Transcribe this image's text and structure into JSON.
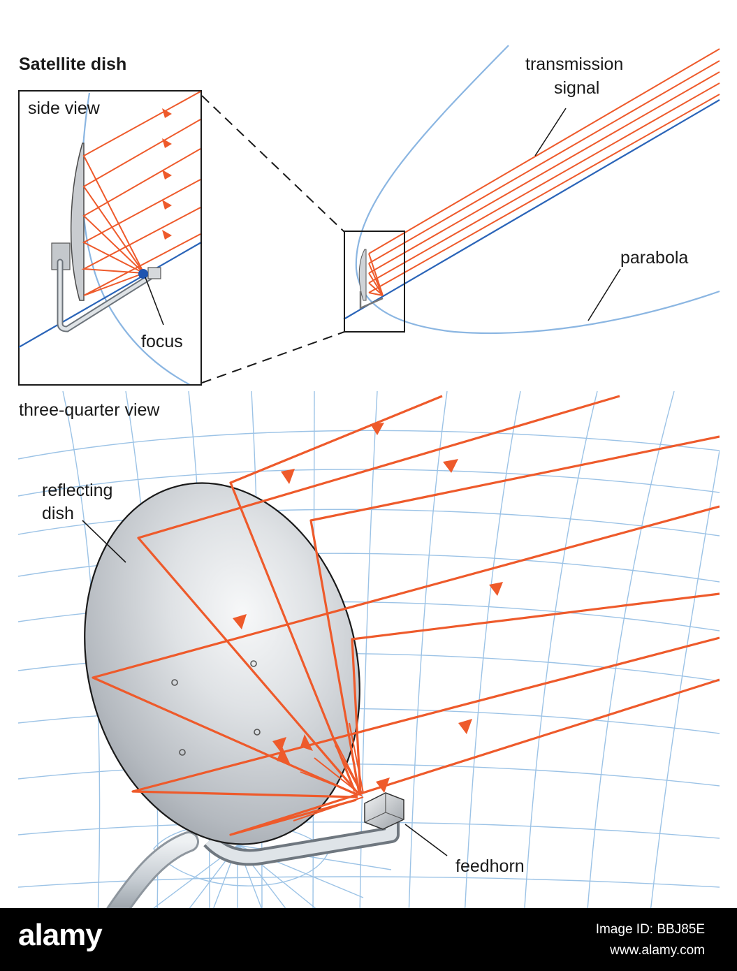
{
  "title": "Satellite dish",
  "labels": {
    "side_view": "side view",
    "focus": "focus",
    "transmission_signal_line1": "transmission",
    "transmission_signal_line2": "signal",
    "parabola": "parabola",
    "three_quarter_view": "three-quarter view",
    "reflecting_dish_line1": "reflecting",
    "reflecting_dish_line2": "dish",
    "feedhorn": "feedhorn"
  },
  "footer": {
    "brand": "alamy",
    "image_id": "Image ID: BBJ85E",
    "url": "www.alamy.com"
  },
  "colors": {
    "signal": "#ee5a2b",
    "parabola": "#8bb6e2",
    "axis": "#2a64b8",
    "grid": "#9cc3e6",
    "dish": "#c9ccd0",
    "footer_bg": "#000000"
  }
}
